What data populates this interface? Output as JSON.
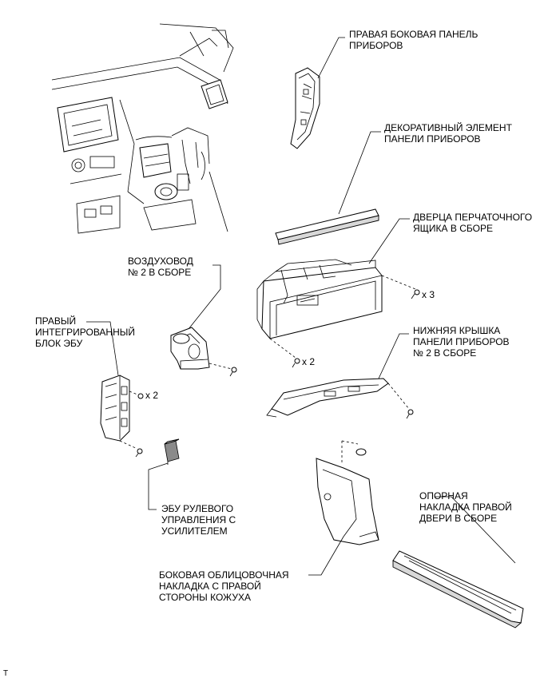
{
  "labels": {
    "right_side_panel": [
      "ПРАВАЯ БОКОВАЯ ПАНЕЛЬ",
      "ПРИБОРОВ"
    ],
    "decorative_element": [
      "ДЕКОРАТИВНЫЙ ЭЛЕМЕНТ",
      "ПАНЕЛИ ПРИБОРОВ"
    ],
    "glovebox_door": [
      "ДВЕРЦА ПЕРЧАТОЧНОГО",
      "ЯЩИКА В СБОРЕ"
    ],
    "air_duct": [
      "ВОЗДУХОВОД",
      "№ 2 В СБОРЕ"
    ],
    "integrated_ecu": [
      "ПРАВЫЙ",
      "ИНТЕГРИРОВАННЫЙ",
      "БЛОК ЭБУ"
    ],
    "lower_cover": [
      "НИЖНЯЯ КРЫШКА",
      "ПАНЕЛИ ПРИБОРОВ",
      "№ 2 В СБОРЕ"
    ],
    "power_steering_ecu": [
      "ЭБУ РУЛЕВОГО",
      "УПРАВЛЕНИЯ С",
      "УСИЛИТЕЛЕМ"
    ],
    "door_scuff_plate": [
      "ОПОРНАЯ",
      "НАКЛАДКА ПРАВОЙ",
      "ДВЕРИ В СБОРЕ"
    ],
    "side_trim": [
      "БОКОВАЯ ОБЛИЦОВОЧНАЯ",
      "НАКЛАДКА С ПРАВОЙ",
      "СТОРОНЫ КОЖУХА"
    ]
  },
  "quantities": {
    "glovebox_screws": "x 3",
    "glovebox_lower_screws": "x 2",
    "ecu_screws": "x 2"
  },
  "footer_mark": "T"
}
